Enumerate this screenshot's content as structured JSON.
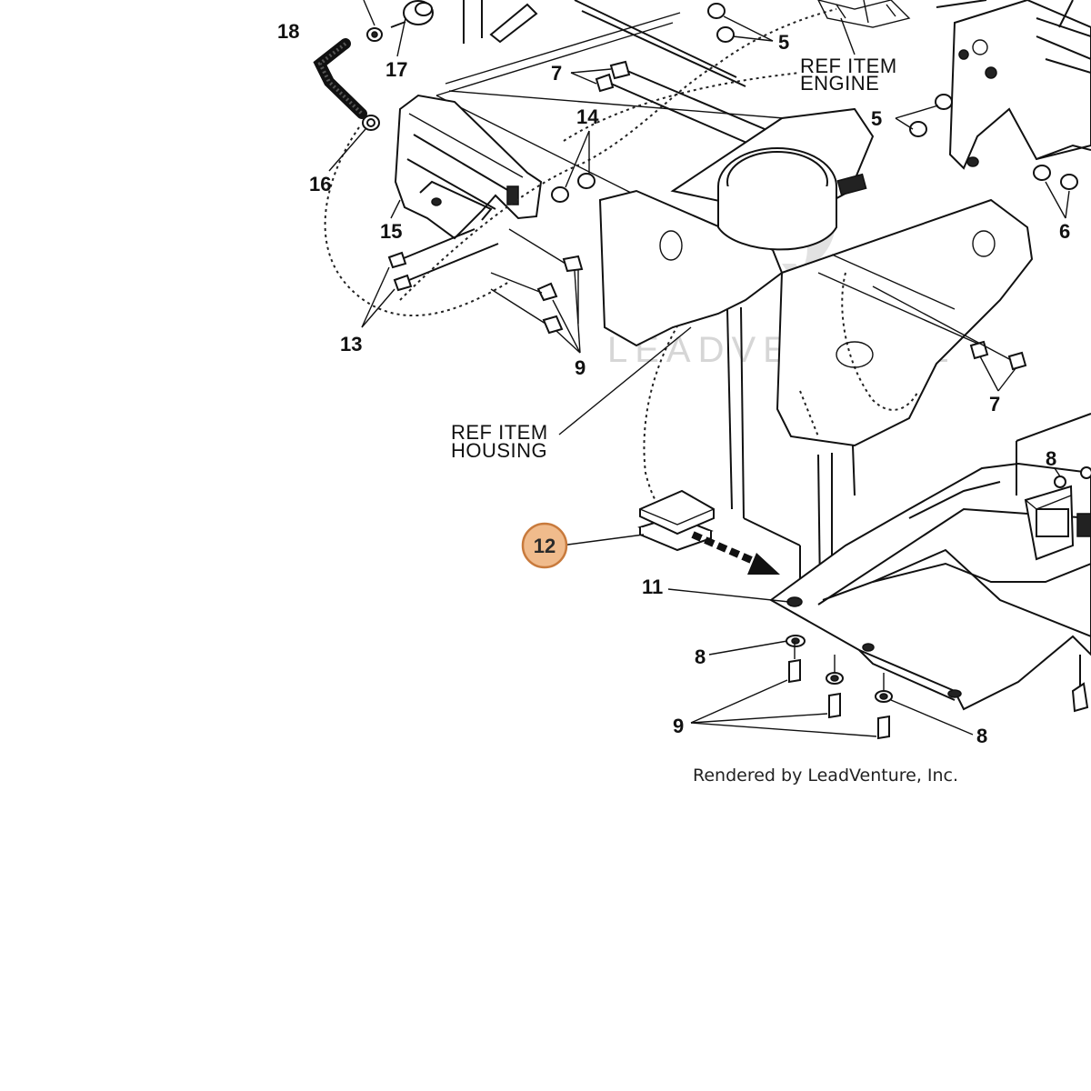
{
  "diagram": {
    "callouts": [
      {
        "id": "18",
        "label": "18"
      },
      {
        "id": "17",
        "label": "17"
      },
      {
        "id": "16",
        "label": "16"
      },
      {
        "id": "15",
        "label": "15"
      },
      {
        "id": "14",
        "label": "14"
      },
      {
        "id": "13",
        "label": "13"
      },
      {
        "id": "9a",
        "label": "9"
      },
      {
        "id": "7a",
        "label": "7"
      },
      {
        "id": "5a",
        "label": "5"
      },
      {
        "id": "5b",
        "label": "5"
      },
      {
        "id": "6",
        "label": "6"
      },
      {
        "id": "7b",
        "label": "7"
      },
      {
        "id": "8a",
        "label": "8"
      },
      {
        "id": "11",
        "label": "11"
      },
      {
        "id": "8b",
        "label": "8"
      },
      {
        "id": "9b",
        "label": "9"
      },
      {
        "id": "8c",
        "label": "8"
      }
    ],
    "highlighted": {
      "label": "12",
      "color": "#f0bb8c"
    },
    "ref_engine": {
      "line1": "REF ITEM",
      "line2": "ENGINE"
    },
    "ref_housing": {
      "line1": "REF ITEM",
      "line2": "HOUSING"
    },
    "watermark": "LEADVENTURE",
    "credit": "Rendered by LeadVenture, Inc."
  }
}
